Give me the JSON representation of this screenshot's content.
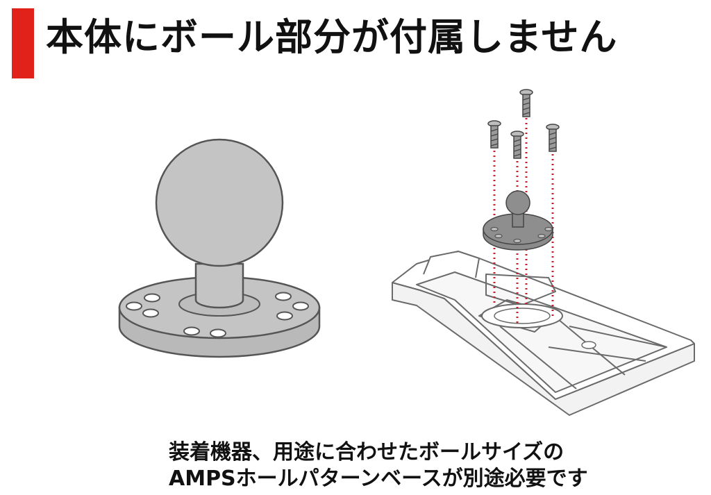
{
  "heading": {
    "text": "本体にボール部分が付属しません"
  },
  "caption": {
    "line1": "装着機器、用途に合わせたボールサイズの",
    "line2": "AMPSホールパターンベースが別途必要です"
  },
  "colors": {
    "accent": "#e0221a",
    "part_fill": "#c4c4c4",
    "part_stroke": "#555555",
    "dotted_line": "#c0202a",
    "tray_stroke": "#6a6a6a"
  }
}
